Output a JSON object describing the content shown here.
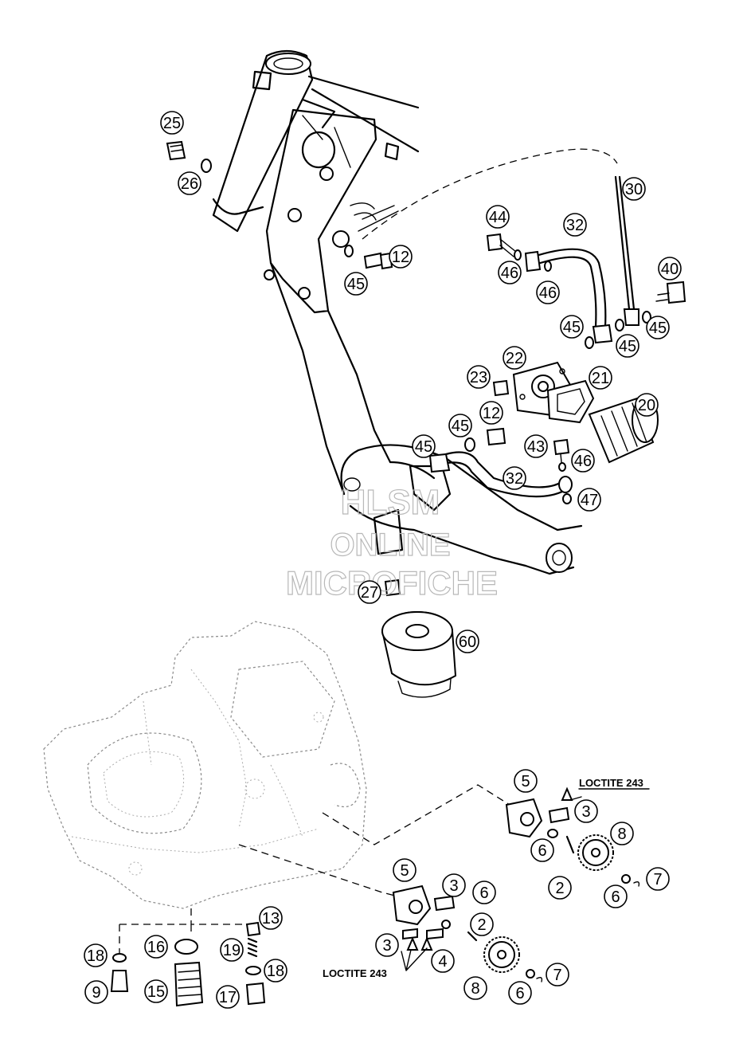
{
  "watermark": {
    "line1": "HLSM",
    "line2": "ONLINE",
    "line3": "MICROFICHE"
  },
  "notes": {
    "loctite_upper": "LOCTITE 243",
    "loctite_lower": "LOCTITE 243"
  },
  "callouts": {
    "c25": "25",
    "c26": "26",
    "c12a": "12",
    "c45a": "45",
    "c44": "44",
    "c32a": "32",
    "c30": "30",
    "c46a": "46",
    "c46b": "46",
    "c40": "40",
    "c45b": "45",
    "c45c": "45",
    "c45d": "45",
    "c22": "22",
    "c21": "21",
    "c23": "23",
    "c20": "20",
    "c45e": "45",
    "c12b": "12",
    "c43": "43",
    "c46c": "46",
    "c32b": "32",
    "c47": "47",
    "c27": "27",
    "c60": "60",
    "c5a": "5",
    "c3a": "3",
    "c8a": "8",
    "c6a": "6",
    "c2a": "2",
    "c6b": "6",
    "c7a": "7",
    "c5b": "5",
    "c3b": "3",
    "c6c": "6",
    "c2b": "2",
    "c3c": "3",
    "c4": "4",
    "c7b": "7",
    "c8b": "8",
    "c6d": "6",
    "c13": "13",
    "c18a": "18",
    "c16": "16",
    "c19": "19",
    "c18b": "18",
    "c9": "9",
    "c15": "15",
    "c17": "17"
  }
}
